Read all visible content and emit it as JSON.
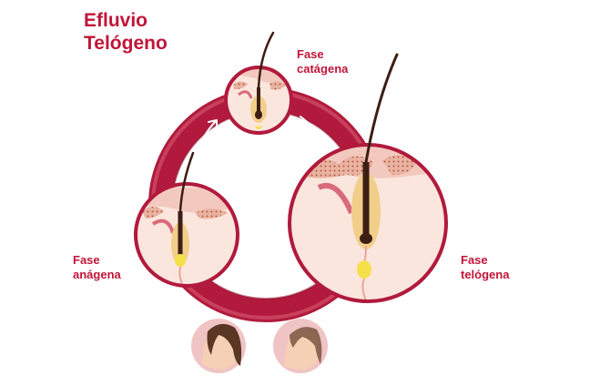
{
  "title": {
    "line1": "Efluvio",
    "line2": "Telógeno"
  },
  "phases": {
    "catagen": {
      "line1": "Fase",
      "line2": "catágena"
    },
    "anagen": {
      "line1": "Fase",
      "line2": "anágena"
    },
    "telogen": {
      "line1": "Fase",
      "line2": "telógena"
    }
  },
  "colors": {
    "accent": "#c0163a",
    "ring": "#b11a3c",
    "skin": "#f3c9bf",
    "tissue": "#fbe6de",
    "hair": "#3d1e14",
    "bulb": "#f5e04a"
  },
  "icons": [
    "cycle-ring",
    "follicle-circle",
    "head-portrait"
  ]
}
